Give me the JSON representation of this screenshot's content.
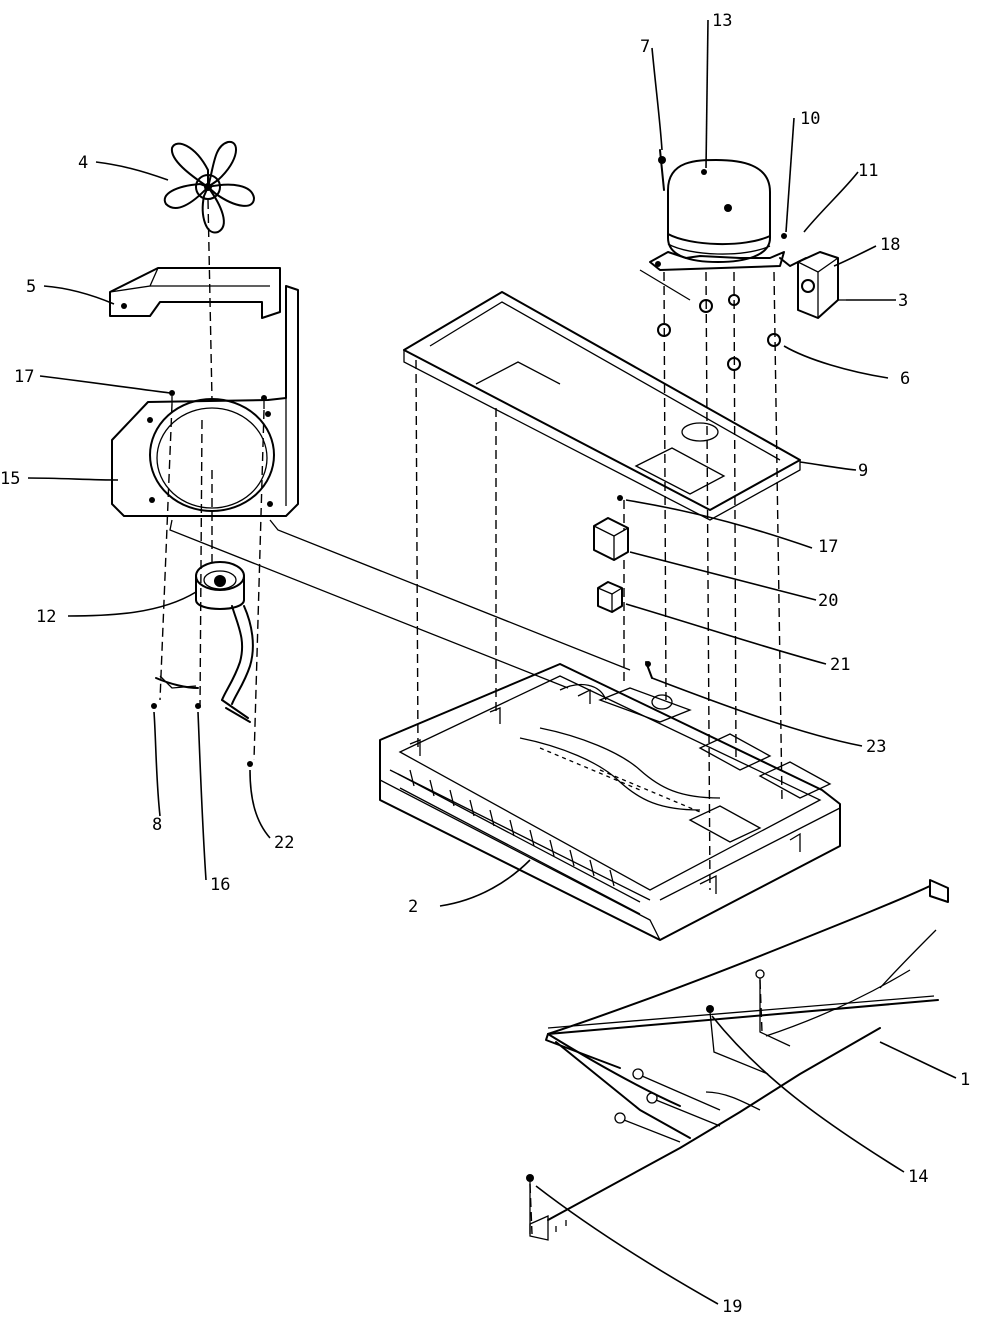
{
  "callouts": [
    "1",
    "2",
    "3",
    "4",
    "5",
    "6",
    "7",
    "8",
    "9",
    "10",
    "11",
    "12",
    "13",
    "14",
    "15",
    "16",
    "17",
    "17",
    "18",
    "19",
    "20",
    "21",
    "22",
    "23"
  ],
  "parts": {
    "fan_blade": "fan-blade",
    "fan_cover": "fan-shroud",
    "fan_bracket": "fan-mounting-bracket",
    "fan_motor": "fan-motor",
    "compressor": "compressor",
    "base_pan": "base-pan",
    "top_plate": "machine-compartment-cover",
    "relay": "start-relay",
    "capacitor": "capacitor",
    "overload": "overload-protector",
    "harness": "wiring-harness"
  }
}
